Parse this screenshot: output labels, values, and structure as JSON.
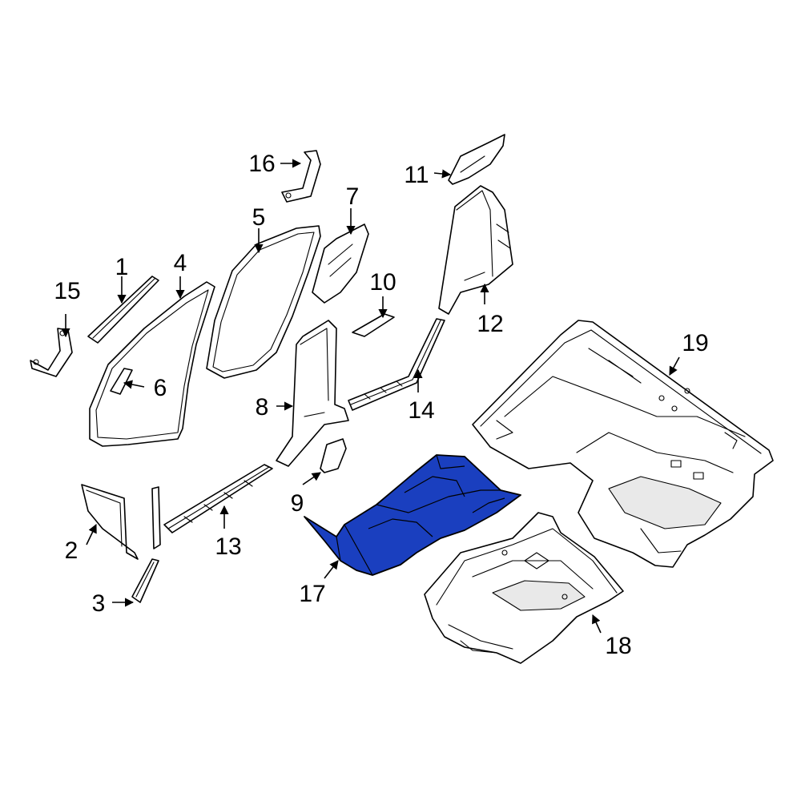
{
  "diagram": {
    "highlight_color": "#1a3fbf",
    "highlighted_part": "17",
    "callouts": [
      {
        "id": "c1",
        "label": "1"
      },
      {
        "id": "c2",
        "label": "2"
      },
      {
        "id": "c3",
        "label": "3"
      },
      {
        "id": "c4",
        "label": "4"
      },
      {
        "id": "c5",
        "label": "5"
      },
      {
        "id": "c6",
        "label": "6"
      },
      {
        "id": "c7",
        "label": "7"
      },
      {
        "id": "c8",
        "label": "8"
      },
      {
        "id": "c9",
        "label": "9"
      },
      {
        "id": "c10",
        "label": "10"
      },
      {
        "id": "c11",
        "label": "11"
      },
      {
        "id": "c12",
        "label": "12"
      },
      {
        "id": "c13",
        "label": "13"
      },
      {
        "id": "c14",
        "label": "14"
      },
      {
        "id": "c15",
        "label": "15"
      },
      {
        "id": "c16",
        "label": "16"
      },
      {
        "id": "c17",
        "label": "17"
      },
      {
        "id": "c18",
        "label": "18"
      },
      {
        "id": "c19",
        "label": "19"
      }
    ]
  }
}
